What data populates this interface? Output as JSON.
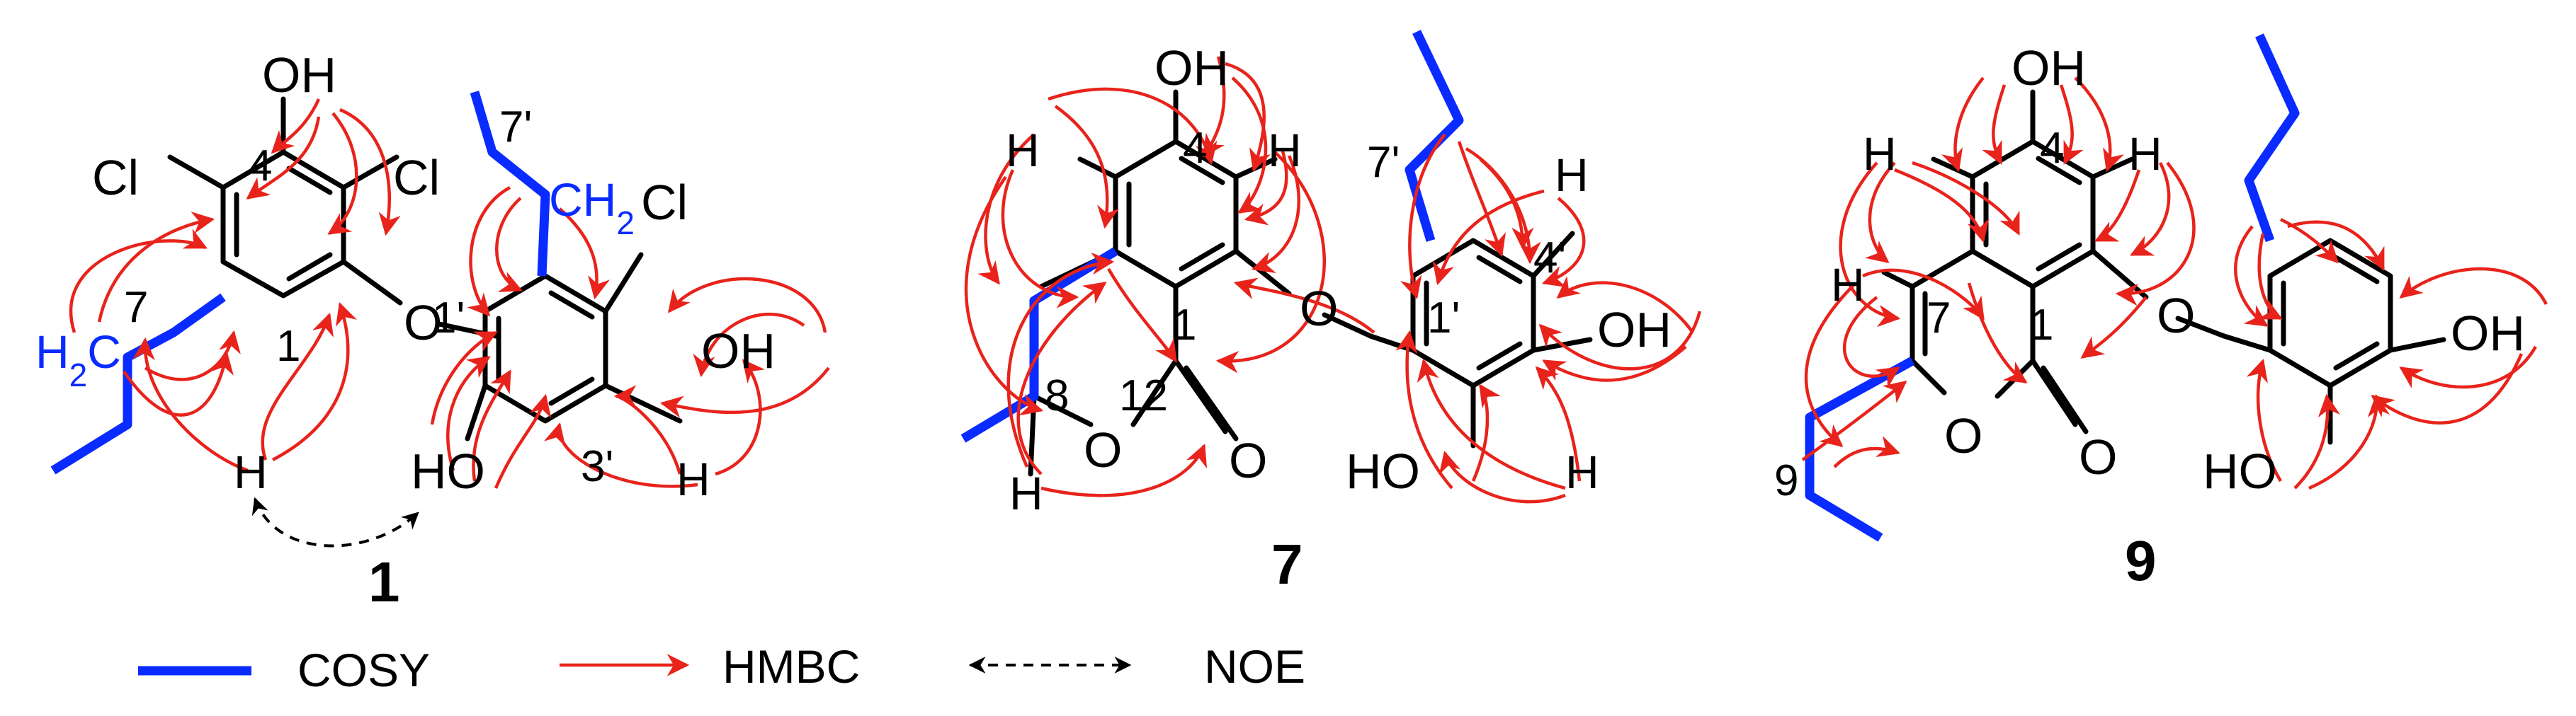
{
  "colors": {
    "bond": "#000000",
    "cosy": "#0a2bff",
    "hmbc": "#e8231b",
    "noe": "#000000",
    "background": "#ffffff"
  },
  "compounds": {
    "c1": {
      "number": "1",
      "labels": {
        "oh4": "OH",
        "c4": "4",
        "cl_left": "Cl",
        "cl_right": "Cl",
        "c7": "7",
        "h2c": "H2C",
        "c1": "1",
        "h": "H",
        "o_bridge": "O",
        "c7p": "7'",
        "ch2": "CH2",
        "cl_p": "Cl",
        "c1p": "1'",
        "oh_right": "OH",
        "ho_bottom": "HO",
        "c3p": "3'",
        "h3p": "H"
      }
    },
    "c7": {
      "number": "7",
      "labels": {
        "oh4": "OH",
        "c4": "4",
        "h_left": "H",
        "h_right": "H",
        "o_bridge": "O",
        "c8": "8",
        "c12": "12",
        "c1": "1",
        "o_ring": "O",
        "o_keto": "O",
        "h8": "H",
        "c7p": "7'",
        "h_top": "H",
        "c1p": "1'",
        "c4p": "4'",
        "oh_right": "OH",
        "ho_bottom": "HO",
        "h_bottom": "H"
      }
    },
    "c9": {
      "number": "9",
      "labels": {
        "oh4": "OH",
        "c4": "4",
        "h_left": "H",
        "h_right": "H",
        "h7": "H",
        "c7": "7",
        "c1": "1",
        "c9": "9",
        "o_ring": "O",
        "o_keto": "O",
        "o_bridge": "O",
        "oh_right": "OH",
        "ho_bottom": "HO"
      }
    }
  },
  "legend": {
    "cosy": "COSY",
    "hmbc": "HMBC",
    "noe": "NOE"
  }
}
